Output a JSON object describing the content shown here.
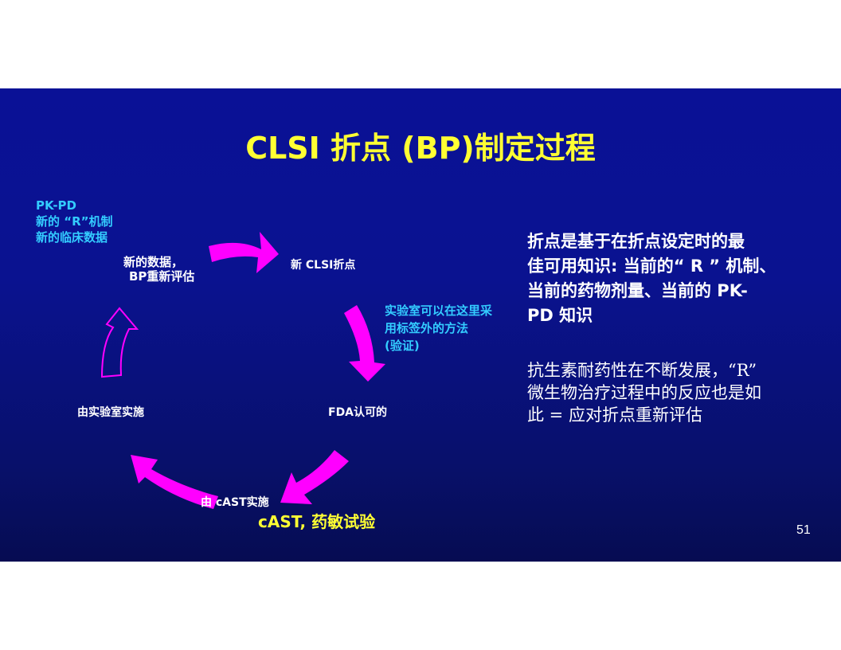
{
  "slide": {
    "title": "CLSI 折点 (BP)制定过程",
    "page_number": "51",
    "colors": {
      "background": "#0a1196",
      "title": "#ffff33",
      "arrow": "#ff00ff",
      "cyan_text": "#33ccff"
    }
  },
  "cycle": {
    "pkpd": [
      "PK-PD",
      "新的 “R”机制",
      "新的临床数据"
    ],
    "new_data": [
      "新的数据，",
      "BP重新评估"
    ],
    "new_breakpoint": "新 CLSI折点",
    "lab_method": [
      "实验室可以在这里采",
      "用标签外的方法",
      "(验证)"
    ],
    "fda_approved": "FDA认可的",
    "lab_implement": "由实验室实施",
    "cast_implement": "由 cAST实施",
    "cast_label": "cAST, 药敏试验"
  },
  "explanation": {
    "paragraph1": [
      "折点是基于在折点设定时的最",
      "佳可用知识: 当前的“ R ” 机制、",
      "当前的药物剂量、当前的 PK-",
      "PD 知识"
    ],
    "paragraph2": [
      "抗生素耐药性在不断发展，“R”",
      "微生物治疗过程中的反应也是如",
      "此 = 应对折点重新评估"
    ]
  }
}
